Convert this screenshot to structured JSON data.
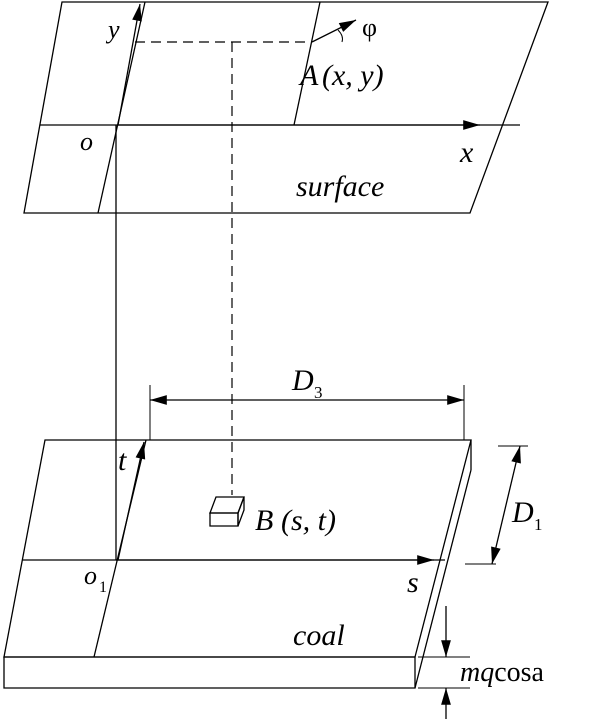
{
  "surface": {
    "label": "surface",
    "origin_label": "o",
    "x_axis_label": "x",
    "y_axis_label": "y",
    "angle_label": "φ",
    "point_label": "A",
    "point_coords": "(x, y)"
  },
  "coal": {
    "label": "coal",
    "origin_label": "o",
    "origin_subscript": "1",
    "s_axis_label": "s",
    "t_axis_label": "t",
    "element_label": "B",
    "element_coords": "(s, t)"
  },
  "dimensions": {
    "width": {
      "symbol": "D",
      "subscript": "3"
    },
    "depth": {
      "symbol": "D",
      "subscript": "1"
    },
    "thickness": {
      "italic_part": "mq",
      "roman_part": "cosa"
    }
  }
}
